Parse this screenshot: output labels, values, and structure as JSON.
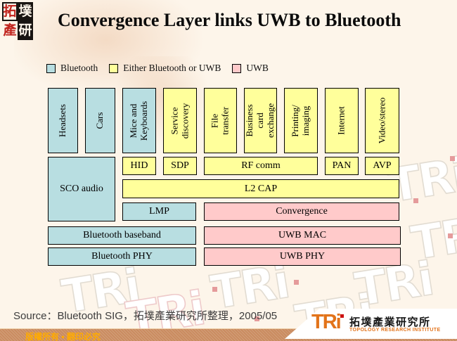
{
  "slide": {
    "title": "Convergence Layer links UWB to Bluetooth",
    "source_line": "Source：Bluetooth SIG，拓墣產業研究所整理，2005/05",
    "copyright_notice": "版權所有 ▪ 翻印必究",
    "watermark_text": "TRi"
  },
  "seal_logo": {
    "chars": [
      "拓",
      "墣",
      "產",
      "研"
    ]
  },
  "brand": {
    "wordmark": "TRi",
    "name_chinese": "拓墣產業研究所",
    "name_english": "TOPOLOGY RESEARCH INSTITUTE"
  },
  "legend": {
    "items": [
      {
        "label": "Bluetooth",
        "color": "#b8dee1"
      },
      {
        "label": "Either Bluetooth or UWB",
        "color": "#ffff9b"
      },
      {
        "label": "UWB",
        "color": "#ffcaca"
      }
    ]
  },
  "diagram": {
    "top_apps": [
      {
        "label": "Headsets",
        "tech": "bluetooth"
      },
      {
        "label": "Cars",
        "tech": "bluetooth"
      },
      {
        "label": "Mice and\nKeyboards",
        "tech": "bluetooth"
      },
      {
        "label": "Service\ndiscovery",
        "tech": "either"
      },
      {
        "label": "File\ntransfer",
        "tech": "either"
      },
      {
        "label": "Business card\nexchange",
        "tech": "either"
      },
      {
        "label": "Printing/\nimaging",
        "tech": "either"
      },
      {
        "label": "Internet",
        "tech": "either"
      },
      {
        "label": "Video/stereo",
        "tech": "either"
      }
    ],
    "layers": {
      "sco_audio": "SCO audio",
      "hid": "HID",
      "sdp": "SDP",
      "rfcomm": "RF comm",
      "pan": "PAN",
      "avp": "AVP",
      "l2cap": "L2 CAP",
      "lmp": "LMP",
      "convergence": "Convergence",
      "bt_baseband": "Bluetooth baseband",
      "uwb_mac": "UWB MAC",
      "bt_phy": "Bluetooth PHY",
      "uwb_phy": "UWB PHY"
    }
  }
}
